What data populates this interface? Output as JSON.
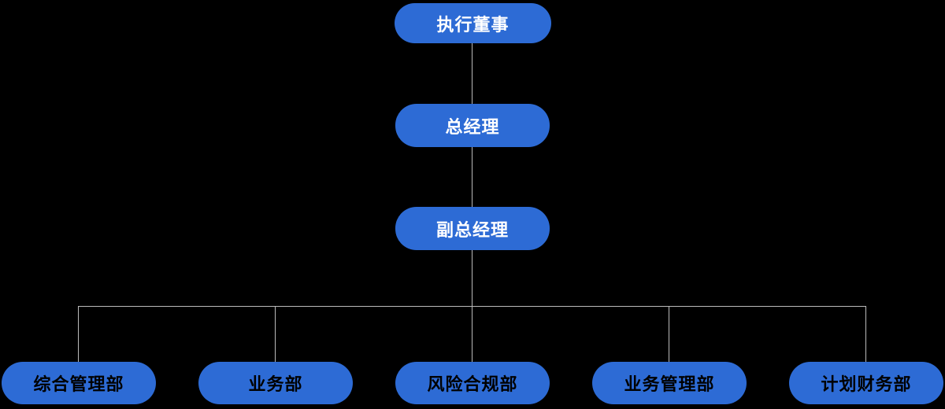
{
  "theme": {
    "background": "#000000",
    "node_fill": "#2D6BD5",
    "connector": "#BBBBBB",
    "top_text": "#FFFFFF",
    "department_text": "#000000"
  },
  "org_chart": {
    "hierarchy": [
      {
        "level": 1,
        "label": "执行董事"
      },
      {
        "level": 2,
        "label": "总经理"
      },
      {
        "level": 3,
        "label": "副总经理"
      }
    ],
    "departments": [
      {
        "label": "综合管理部"
      },
      {
        "label": "业务部"
      },
      {
        "label": "风险合规部"
      },
      {
        "label": "业务管理部"
      },
      {
        "label": "计划财务部"
      }
    ]
  }
}
